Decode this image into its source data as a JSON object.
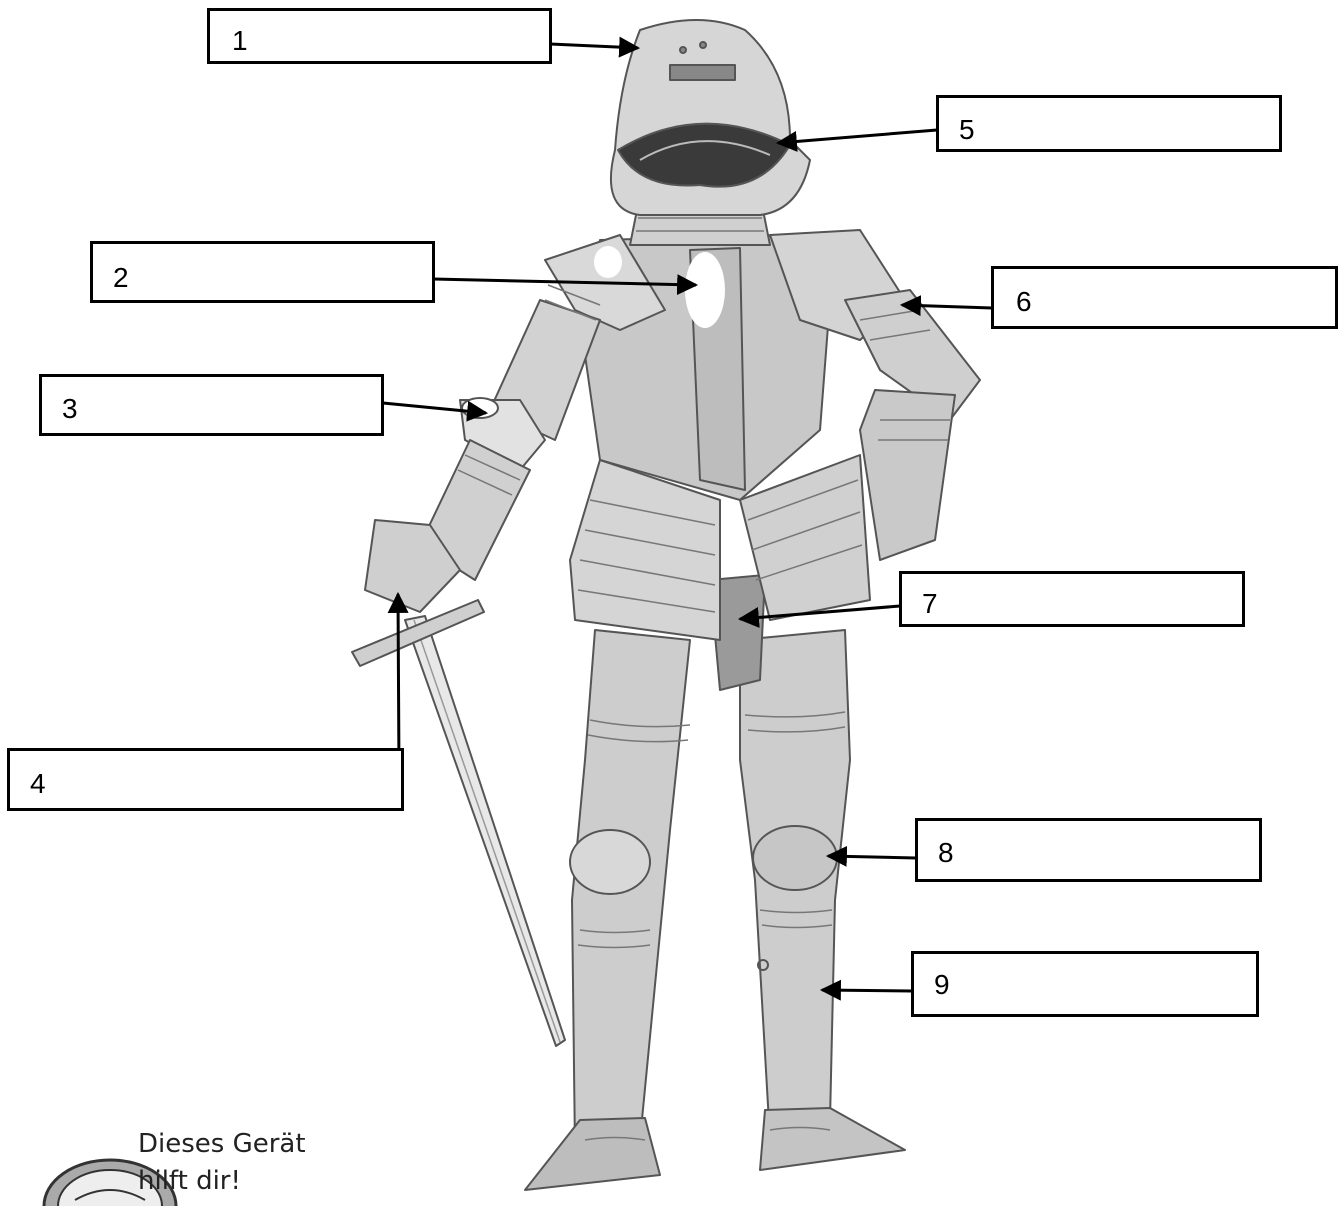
{
  "labels": {
    "box1": "1",
    "box2": "2",
    "box3": "3",
    "box4": "4",
    "box5": "5",
    "box6": "6",
    "box7": "7",
    "box8": "8",
    "box9": "9"
  },
  "hint": {
    "line1": "Dieses Gerät",
    "line2": "hilft dir!"
  },
  "colors": {
    "armor_light": "#d9d9d9",
    "armor_mid": "#b5b5b5",
    "armor_dark": "#8f8f8f",
    "outline": "#555555"
  },
  "icons": {
    "knight": "knight-in-armor-illustration",
    "device": "device-icon"
  }
}
